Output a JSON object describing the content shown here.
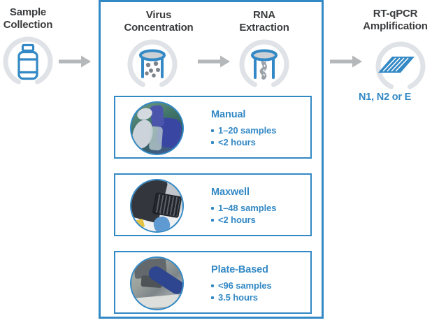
{
  "colors": {
    "accent_blue": "#3389c5",
    "heading_gray": "#3b3c3e",
    "arc_gray": "#dfe2e6",
    "arrow_gray": "#b5b8ba"
  },
  "steps": [
    {
      "id": "sample-collection",
      "title": "Sample\nCollection",
      "icon": "sample-bottle-icon"
    },
    {
      "id": "virus-concentration",
      "title": "Virus\nConcentration",
      "icon": "concentration-tube-with-virus-particles-icon"
    },
    {
      "id": "rna-extraction",
      "title": "RNA\nExtraction",
      "icon": "extraction-tube-with-rna-strand-icon"
    },
    {
      "id": "rt-qpcr-amplification",
      "title": "RT-qPCR\nAmplification",
      "icon": "amplification-curves-plate-icon",
      "targets": "N1, N2 or E"
    }
  ],
  "methods": [
    {
      "title": "Manual",
      "bullets": [
        "1–20 samples",
        "<2 hours"
      ],
      "photo": "gloved-hands-with-sample-bottles-photo"
    },
    {
      "title": "Maxwell",
      "bullets": [
        "1–48 samples",
        "<2 hours"
      ],
      "photo": "maxwell-instrument-cartridge-photo"
    },
    {
      "title": "Plate-Based",
      "bullets": [
        "<96 samples",
        "3.5 hours"
      ],
      "photo": "automated-plate-handler-photo"
    }
  ]
}
